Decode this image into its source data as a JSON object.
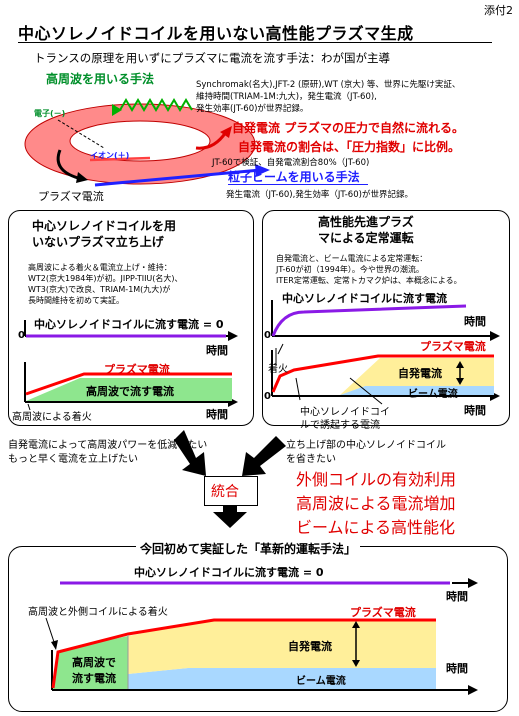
{
  "doc_tag": "添付2",
  "title": "中心ソレノイドコイルを用いない高性能プラズマ生成",
  "subtitle": "トランスの原理を用いずにプラズマに電流を流す手法：わが国が主導",
  "rf_method_label": "高周波を用いる手法",
  "electron_label": "電子(－)",
  "ion_label": "イオン(＋)",
  "plasma_current_label": "プラズマ電流",
  "rf_desc_lines": [
    "Synchromak(名大),JFT-2 (原研),WT (京大) 等、世界に先駆け実証、",
    "維持時間(TRIAM-1M:九大)，発生電流（JT-60),",
    "発生効率(JT-60)が世界記録。"
  ],
  "bootstrap_line1_head": "自発電流",
  "bootstrap_line1_tail": "プラズマの圧力で自然に流れる。",
  "bootstrap_line2_head": "自発電流の割合は、",
  "bootstrap_line2_quote": "「圧力指数」",
  "bootstrap_line2_tail": "に比例。",
  "bootstrap_note": "JT-60で検証、自発電流割合80%（JT-60)",
  "beam_method_label": "粒子ビームを用いる手法",
  "beam_desc": "発生電流（JT-60),発生効率（JT-60)が世界記録。",
  "left_panel": {
    "title_lines": [
      "中心ソレノイドコイルを用",
      "いないプラズマ立ち上げ"
    ],
    "desc_lines": [
      "高周波による着火＆電流立上げ・維持：",
      "WT2(京大1984年)が初。JIPP-TIIU(名大)、",
      "WT3(京大)で改良、TRIAM-1M(九大)が",
      "長時間維持を初めて実証。"
    ],
    "cs_label": "中心ソレノイドコイルに流す電流 = 0",
    "zero": "0",
    "time": "時間",
    "plasma_current": "プラズマ電流",
    "rf_current": "高周波で流す電流",
    "ignition": "高周波による着火"
  },
  "right_panel": {
    "title_lines": [
      "高性能先進プラズ",
      "マによる定常運転"
    ],
    "desc_lines": [
      "自発電流と、ビーム電流による定常運転：",
      "JT-60が初（1994年）。今や世界の潮流。",
      "ITER定常運転、定常トカマク炉は、本概念による。"
    ],
    "cs_label": "中心ソレノイドコイルに流す電流",
    "zero_a": "0",
    "zero_b": "0",
    "time_a": "時間",
    "time_b": "時間",
    "ignition": "着火",
    "plasma_current": "プラズマ電流",
    "bootstrap": "自発電流",
    "beam": "ビーム電流",
    "cs_induced_lines": [
      "中心ソレノイドコイ",
      "ルで誘起する電流"
    ]
  },
  "left_arrow_caption_lines": [
    "自発電流によって高周波パワーを低減したい",
    "もっと早く電流を立上げたい"
  ],
  "right_arrow_caption_lines": [
    "立ち上げ部の中心ソレノイドコイル",
    "を省きたい"
  ],
  "integration_label": "統合",
  "benefits": [
    "外側コイルの有効利用",
    "高周波による電流増加",
    "ビームによる高性能化"
  ],
  "bottom_panel": {
    "title": "今回初めて実証した「革新的運転手法」",
    "cs_label": "中心ソレノイドコイルに流す電流 = 0",
    "time_a": "時間",
    "time_b": "時間",
    "ignition": "高周波と外側コイルによる着火",
    "plasma_current": "プラズマ電流",
    "bootstrap": "自発電流",
    "beam": "ビーム電流",
    "rf_current_lines": [
      "高周波で",
      "流す電流"
    ]
  },
  "colors": {
    "purple": "#8a1ae6",
    "red": "#ff0000",
    "green": "#8ee68e",
    "yellow": "#ffef9a",
    "lightblue": "#a9d8ff",
    "blue_arrow": "#2a2aff",
    "green_text": "#008f2a"
  }
}
